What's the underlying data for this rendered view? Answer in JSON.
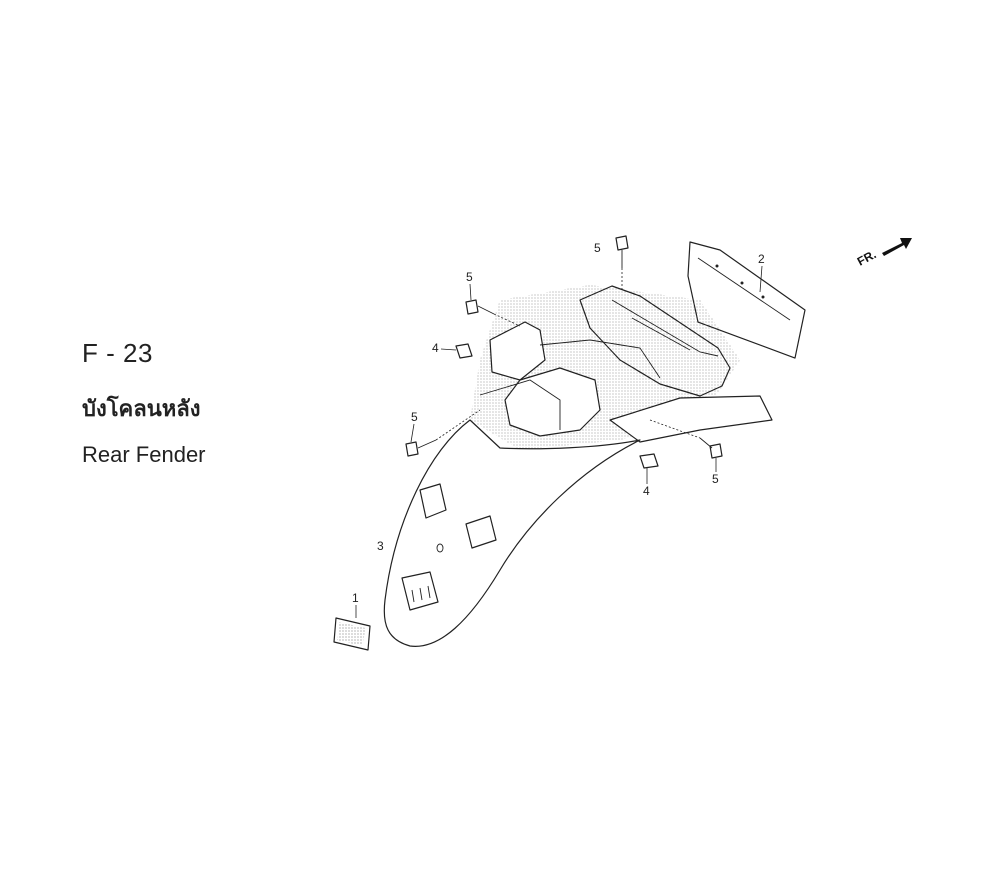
{
  "section": {
    "code": "F - 23",
    "title_thai": "บังโคลนหลัง",
    "title_en": "Rear Fender"
  },
  "direction_indicator": {
    "text": "FR.",
    "icon": "arrow-right-icon"
  },
  "callouts": [
    {
      "number": "1"
    },
    {
      "number": "2"
    },
    {
      "number": "3"
    },
    {
      "number": "4"
    },
    {
      "number": "4"
    },
    {
      "number": "5"
    },
    {
      "number": "5"
    },
    {
      "number": "5"
    },
    {
      "number": "5"
    }
  ]
}
